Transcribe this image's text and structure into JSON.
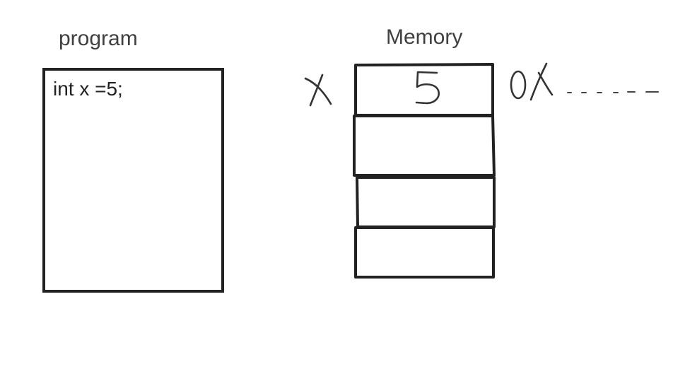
{
  "program": {
    "title": "program",
    "code": "int x =5;"
  },
  "memory": {
    "title": "Memory",
    "cells": [
      {
        "value": "5"
      },
      {
        "value": ""
      },
      {
        "value": ""
      },
      {
        "value": ""
      }
    ],
    "variable_name": "x",
    "address": "0x"
  },
  "colors": {
    "stroke": "#222222",
    "label_text": "#404040"
  }
}
